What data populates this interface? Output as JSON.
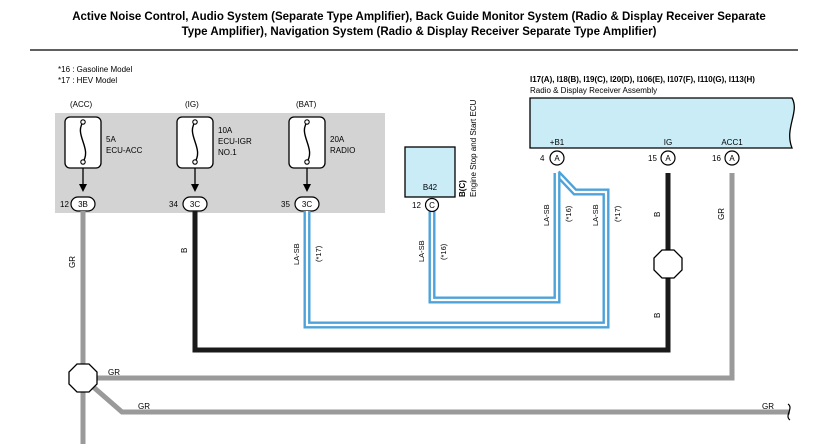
{
  "title": {
    "line1": "Active Noise Control, Audio System (Separate Type Amplifier), Back Guide Monitor System (Radio & Display Receiver Separate",
    "line2": "Type Amplifier), Navigation System (Radio & Display Receiver Separate Type Amplifier)"
  },
  "notes": {
    "n16": "*16 : Gasoline Model",
    "n17": "*17 : HEV Model"
  },
  "fuses": [
    {
      "source": "(ACC)",
      "rating": "5A",
      "name1": "ECU-ACC",
      "name2": "",
      "pin": "12",
      "connector": "3B"
    },
    {
      "source": "(IG)",
      "rating": "10A",
      "name1": "ECU-IGR",
      "name2": "NO.1",
      "pin": "34",
      "connector": "3C"
    },
    {
      "source": "(BAT)",
      "rating": "20A",
      "name1": "RADIO",
      "name2": "",
      "pin": "35",
      "connector": "3C"
    }
  ],
  "ecu": {
    "code": "B42",
    "connector_label": "B(C)",
    "name": "Engine Stop and Start ECU",
    "pin": "12",
    "pin_letter": "C"
  },
  "receiver": {
    "connectors": "I17(A), I18(B), I19(C), I20(D), I106(E), I107(F), I110(G), I113(H)",
    "name": "Radio & Display Receiver Assembly",
    "pins": [
      {
        "label": "+B1",
        "num": "4",
        "letter": "A"
      },
      {
        "label": "IG",
        "num": "15",
        "letter": "A"
      },
      {
        "label": "ACC1",
        "num": "16",
        "letter": "A"
      }
    ]
  },
  "wires": {
    "gr": "GR",
    "b": "B",
    "lasb": "LA-SB",
    "n16": "(*16)",
    "n17": "(*17)"
  },
  "colors": {
    "panel": "#d3d3d3",
    "receiver_fill": "#c9ecf7",
    "ecu_fill": "#c9ecf7",
    "wire_gr": "#9a9a9a",
    "wire_b": "#1a1a1a",
    "wire_lasb": "#4da3d9"
  }
}
